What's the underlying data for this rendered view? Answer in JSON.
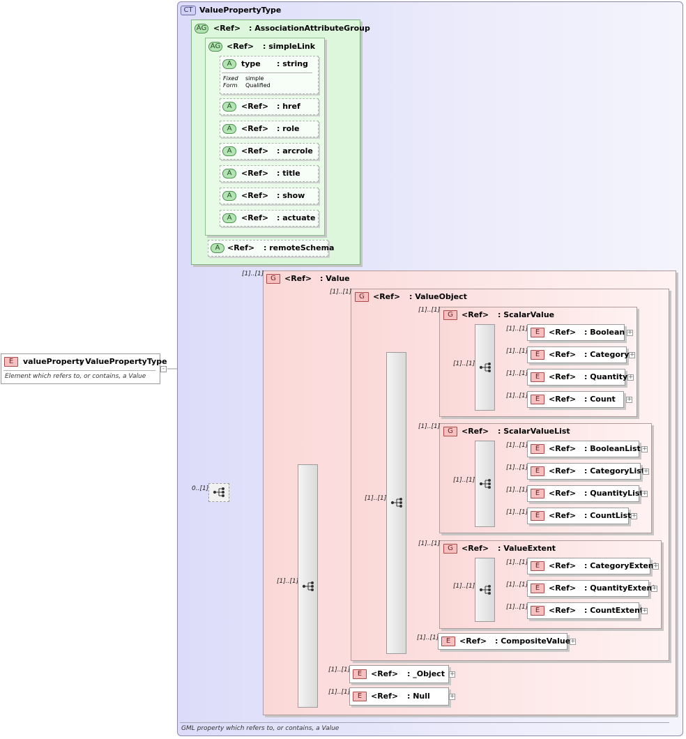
{
  "complex_type": {
    "badge": "CT",
    "name": "ValuePropertyType",
    "note": "GML property which refers to, or contains, a Value"
  },
  "root_element": {
    "badge": "E",
    "name": "valueProperty",
    "type": ": ValuePropertyType",
    "note": "Element which refers to, or contains, a Value",
    "collapse": "-"
  },
  "attribute_group": {
    "badge": "AG",
    "ref": "<Ref>",
    "name": ": AssociationAttributeGroup",
    "simple_link": {
      "badge": "AG",
      "ref": "<Ref>",
      "name": ": simpleLink",
      "type_attr": {
        "badge": "A",
        "name": "type",
        "type": ": string",
        "fixed_label": "Fixed",
        "fixed_value": "simple",
        "form_label": "Form",
        "form_value": "Qualified"
      },
      "attributes": [
        {
          "badge": "A",
          "ref": "<Ref>",
          "name": ": href"
        },
        {
          "badge": "A",
          "ref": "<Ref>",
          "name": ": role"
        },
        {
          "badge": "A",
          "ref": "<Ref>",
          "name": ": arcrole"
        },
        {
          "badge": "A",
          "ref": "<Ref>",
          "name": ": title"
        },
        {
          "badge": "A",
          "ref": "<Ref>",
          "name": ": show"
        },
        {
          "badge": "A",
          "ref": "<Ref>",
          "name": ": actuate"
        }
      ]
    },
    "remote_schema": {
      "badge": "A",
      "ref": "<Ref>",
      "name": ": remoteSchema"
    }
  },
  "sequence_card": "0..[1]",
  "value_group": {
    "badge": "G",
    "ref": "<Ref>",
    "name": ": Value",
    "card": "[1]..[1]",
    "choice_card": "[1]..[1]",
    "value_object": {
      "badge": "G",
      "ref": "<Ref>",
      "name": ": ValueObject",
      "card": "[1]..[1]",
      "choice_card": "[1]..[1]",
      "scalar_value": {
        "badge": "G",
        "ref": "<Ref>",
        "name": ": ScalarValue",
        "card": "[1]..[1]",
        "choice_card": "[1]..[1]",
        "elements": [
          {
            "badge": "E",
            "ref": "<Ref>",
            "name": ": Boolean",
            "card": "[1]..[1]",
            "expand": "+"
          },
          {
            "badge": "E",
            "ref": "<Ref>",
            "name": ": Category",
            "card": "[1]..[1]",
            "expand": "+"
          },
          {
            "badge": "E",
            "ref": "<Ref>",
            "name": ": Quantity",
            "card": "[1]..[1]",
            "expand": "+"
          },
          {
            "badge": "E",
            "ref": "<Ref>",
            "name": ": Count",
            "card": "[1]..[1]",
            "expand": "+"
          }
        ]
      },
      "scalar_value_list": {
        "badge": "G",
        "ref": "<Ref>",
        "name": ": ScalarValueList",
        "card": "[1]..[1]",
        "choice_card": "[1]..[1]",
        "elements": [
          {
            "badge": "E",
            "ref": "<Ref>",
            "name": ": BooleanList",
            "card": "[1]..[1]",
            "expand": "+"
          },
          {
            "badge": "E",
            "ref": "<Ref>",
            "name": ": CategoryList",
            "card": "[1]..[1]",
            "expand": "+"
          },
          {
            "badge": "E",
            "ref": "<Ref>",
            "name": ": QuantityList",
            "card": "[1]..[1]",
            "expand": "+"
          },
          {
            "badge": "E",
            "ref": "<Ref>",
            "name": ": CountList",
            "card": "[1]..[1]",
            "expand": "+"
          }
        ]
      },
      "value_extent": {
        "badge": "G",
        "ref": "<Ref>",
        "name": ": ValueExtent",
        "card": "[1]..[1]",
        "choice_card": "[1]..[1]",
        "elements": [
          {
            "badge": "E",
            "ref": "<Ref>",
            "name": ": CategoryExtent",
            "card": "[1]..[1]",
            "expand": "+"
          },
          {
            "badge": "E",
            "ref": "<Ref>",
            "name": ": QuantityExtent",
            "card": "[1]..[1]",
            "expand": "+"
          },
          {
            "badge": "E",
            "ref": "<Ref>",
            "name": ": CountExtent",
            "card": "[1]..[1]",
            "expand": "+"
          }
        ]
      },
      "composite_value": {
        "badge": "E",
        "ref": "<Ref>",
        "name": ": CompositeValue",
        "card": "[1]..[1]",
        "expand": "+"
      }
    },
    "object": {
      "badge": "E",
      "ref": "<Ref>",
      "name": ": _Object",
      "card": "[1]..[1]",
      "expand": "+"
    },
    "null": {
      "badge": "E",
      "ref": "<Ref>",
      "name": ": Null",
      "card": "[1]..[1]",
      "expand": "+"
    }
  }
}
